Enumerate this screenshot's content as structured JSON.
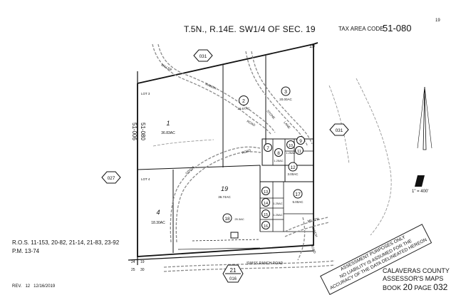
{
  "header": {
    "title": "T.5N., R.14E. SW1/4 OF SEC. 19",
    "tax_area_label": "TAX AREA CODE",
    "tax_area_code": "51-080",
    "corner_number": "19"
  },
  "book_page": {
    "book_ref": "51-006",
    "book_ref_side": "51-080"
  },
  "parcels": [
    {
      "id": "1",
      "area": "36.83AC"
    },
    {
      "id": "2",
      "area": "16.67AC"
    },
    {
      "id": "3",
      "area": "20.00AC"
    },
    {
      "id": "4",
      "area": "18.30AC"
    },
    {
      "id": "7",
      "area": ""
    },
    {
      "id": "8",
      "area": "1.25AC"
    },
    {
      "id": "9",
      "area": ""
    },
    {
      "id": "10",
      "area": "1.25AC"
    },
    {
      "id": "11",
      "area": ""
    },
    {
      "id": "12",
      "area": "3.00AC"
    },
    {
      "id": "13",
      "area": ""
    },
    {
      "id": "14",
      "area": "1.25AC"
    },
    {
      "id": "15",
      "area": "1.25AC"
    },
    {
      "id": "16",
      "area": ""
    },
    {
      "id": "17",
      "area": "5.00AC"
    },
    {
      "id": "18",
      "area": "25.3AC"
    },
    {
      "id": "19",
      "area": "36.74AC"
    }
  ],
  "lots": {
    "lot3": "LOT 3",
    "lot4": "LOT 4"
  },
  "adjacent_refs": {
    "north": "031",
    "east": "031",
    "west": "027",
    "south_top": "21",
    "south_bottom": "016"
  },
  "roads": {
    "miller_upper": "MILLER",
    "miller_lower": "MILLER",
    "ranch": "RANCH",
    "road_upper": "ROAD",
    "road_east": "ROAD",
    "swiss_ranch_road": "SWISS RANCH ROAD",
    "costa": "COSTA",
    "stone": "STONE",
    "lane": "LANE",
    "ranch_road_east": "RANCH",
    "costa_road": "ROAD"
  },
  "section_corners": {
    "c24": "24",
    "c19": "19",
    "c25": "25",
    "c30": "30"
  },
  "notes": {
    "ros": "R.O.S. 11-153, 20-82, 21-14, 21-83, 23-92",
    "pm": "P.M. 13-74",
    "revision_label": "REV.",
    "revision_number": "12",
    "revision_date": "12/16/2019"
  },
  "stamp": {
    "line1": "ASSESSMENT PURPOSES ONLY",
    "line2": "NO LIABILITY IS ASSUMED FOR THE",
    "line3": "ACCURACY OF THE DATA DELINEATED HEREON"
  },
  "footer": {
    "county": "CALAVERAS COUNTY",
    "maps": "ASSESSOR'S MAPS",
    "book_label": "BOOK",
    "book_number": "20",
    "page_label": "PAGE",
    "page_number": "032"
  },
  "scale": {
    "label": "1\" = 400'"
  },
  "colors": {
    "ink": "#111111",
    "road": "#8a8a8a"
  }
}
